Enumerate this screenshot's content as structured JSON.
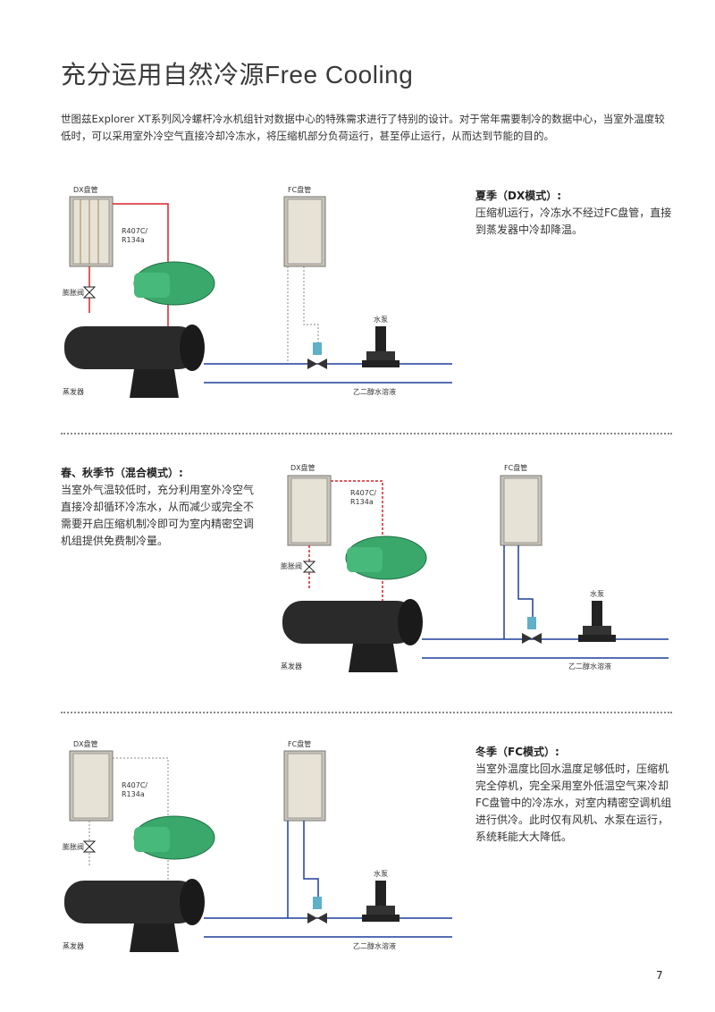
{
  "header": {
    "title": "充分运用自然冷源Free Cooling"
  },
  "intro": "世图兹Explorer XT系列风冷螺杆冷水机组针对数据中心的特殊需求进行了特别的设计。对于常年需要制冷的数据中心，当室外温度较低时，可以采用室外冷空气直接冷却冷冻水，将压缩机部分负荷运行，甚至停止运行，从而达到节能的目的。",
  "sections": [
    {
      "heading": "夏季（DX模式）:",
      "body": "压缩机运行，冷冻水不经过FC盘管，直接到蒸发器中冷却降温。",
      "labels": {
        "dx_coil": "DX盘管",
        "fc_coil": "FC盘管",
        "refrigerant_1": "R407C/",
        "refrigerant_2": "R134a",
        "expansion_valve": "膨胀阀",
        "pump": "水泵",
        "evaporator": "蒸发器",
        "glycol": "乙二醇水溶液"
      }
    },
    {
      "heading": "春、秋季节（混合模式）:",
      "body": "当室外气温较低时，充分利用室外冷空气直接冷却循环冷冻水，从而减少或完全不需要开启压缩机制冷即可为室内精密空调机组提供免费制冷量。",
      "labels": {
        "dx_coil": "DX盘管",
        "fc_coil": "FC盘管",
        "refrigerant_1": "R407C/",
        "refrigerant_2": "R134a",
        "expansion_valve": "膨胀阀",
        "pump": "水泵",
        "evaporator": "蒸发器",
        "glycol": "乙二醇水溶液"
      }
    },
    {
      "heading": "冬季（FC模式）:",
      "body": "当室外温度比回水温度足够低时，压缩机完全停机，完全采用室外低温空气来冷却FC盘管中的冷冻水，对室内精密空调机组进行供冷。此时仅有风机、水泵在运行，系统耗能大大降低。",
      "labels": {
        "dx_coil": "DX盘管",
        "fc_coil": "FC盘管",
        "refrigerant_1": "R407C/",
        "refrigerant_2": "R134a",
        "expansion_valve": "膨胀阀",
        "pump": "水泵",
        "evaporator": "蒸发器",
        "glycol": "乙二醇水溶液"
      }
    }
  ],
  "page_number": "7",
  "colors": {
    "water_line": "#1f3f99",
    "refrigerant_line": "#d8232a",
    "compressor": "#3aa86b",
    "evaporator": "#2a2a2a",
    "coil": "#b9b3a6"
  },
  "icons": [
    "compressor-icon",
    "coil-icon",
    "evaporator-icon",
    "pump-icon",
    "valve-icon",
    "expansion-valve-icon"
  ]
}
